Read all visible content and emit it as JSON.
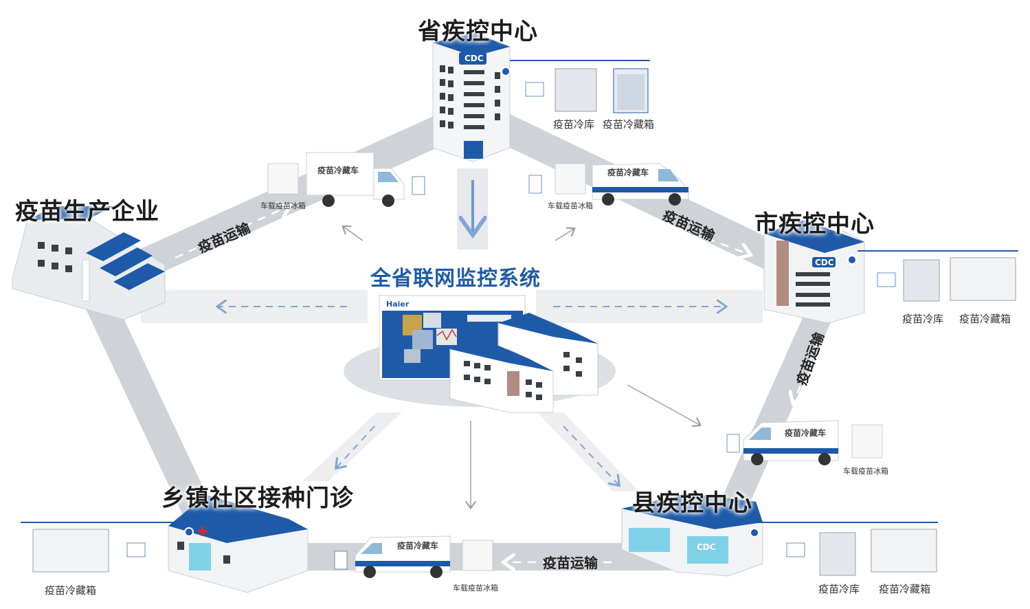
{
  "nodes": {
    "province": "省疾控中心",
    "manufacturer": "疫苗生产企业",
    "city": "市疾控中心",
    "county": "县疾控中心",
    "clinic": "乡镇社区接种门诊"
  },
  "center": {
    "title": "全省联网监控系统",
    "screen_brand": "Haier"
  },
  "building_label": "CDC",
  "equipment": {
    "cold_storage": "疫苗冷库",
    "refrigerator": "疫苗冷藏箱",
    "vehicle_box": "车载疫苗冰箱",
    "truck": "疫苗冷藏车"
  },
  "transport_label": "疫苗运输",
  "colors": {
    "brand_blue": "#1e5aa8",
    "road_gray": "#cfd2d6",
    "building_gray": "#e9ecef",
    "dash_blue": "#7fa6d6"
  }
}
